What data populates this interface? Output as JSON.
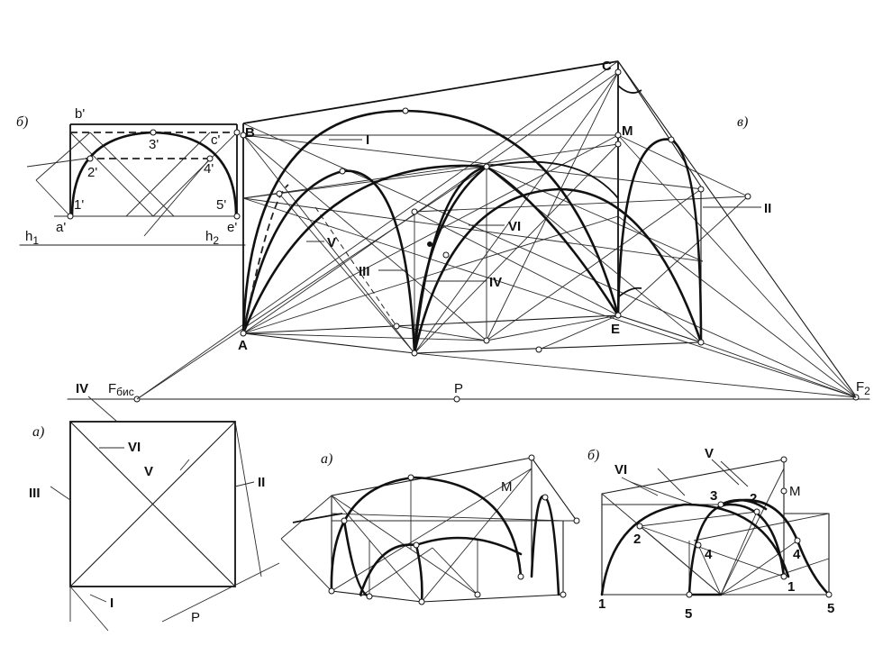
{
  "fig_b_top": {
    "label": "б)",
    "points": [
      "b'",
      "3'",
      "c'",
      "2'",
      "4'",
      "1'",
      "5'",
      "a'",
      "e'"
    ],
    "h1": "h",
    "h1_sub": "1",
    "h2": "h",
    "h2_sub": "2"
  },
  "fig_v": {
    "label": "в)",
    "points": [
      "C",
      "B",
      "M",
      "A",
      "E"
    ],
    "romans": [
      "I",
      "II",
      "III",
      "IV",
      "V",
      "VI"
    ],
    "F_left": "F",
    "F_left_sub": "бис",
    "F_right": "F",
    "F_right_sub": "2",
    "P": "P"
  },
  "fig_a_plan": {
    "label": "а)",
    "romans": [
      "IV",
      "VI",
      "V",
      "III",
      "II",
      "I"
    ],
    "P": "P"
  },
  "fig_a_persp": {
    "label": "а)",
    "M": "M"
  },
  "fig_b_persp": {
    "label": "б)",
    "romans": [
      "VI",
      "V"
    ],
    "numbers": [
      "3",
      "2",
      "2",
      "4",
      "4",
      "1",
      "1",
      "5",
      "5"
    ],
    "M": "M"
  }
}
